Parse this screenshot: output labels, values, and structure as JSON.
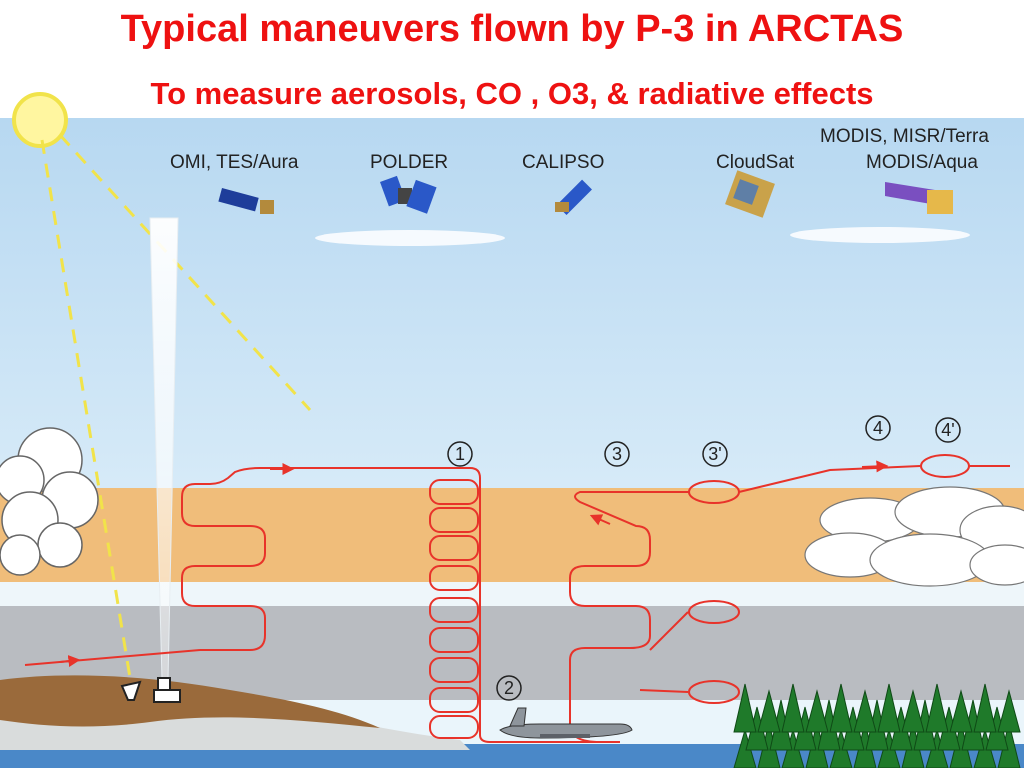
{
  "title": "Typical maneuvers flown by P-3 in ARCTAS",
  "subtitle": "To measure aerosols, CO , O3, & radiative effects",
  "satellites": [
    {
      "label": "OMI, TES/Aura",
      "icon": "aura-satellite-icon"
    },
    {
      "label": "POLDER",
      "icon": "polder-satellite-icon"
    },
    {
      "label": "CALIPSO",
      "icon": "calipso-satellite-icon"
    },
    {
      "label": "CloudSat",
      "icon": "cloudsat-satellite-icon"
    },
    {
      "label_line1": "MODIS, MISR/Terra",
      "label_line2": "MODIS/Aqua",
      "icon": "terra-aqua-satellite-icon"
    }
  ],
  "maneuver_labels": [
    "1",
    "2",
    "3",
    "3'",
    "4",
    "4'"
  ],
  "colors": {
    "title": "#ee1111",
    "flight_path": "#e8332a",
    "aerosol_layer": "#f0bd7a",
    "lower_layer": "#b9bcc1",
    "sky_top": "#bcdcf2",
    "sky_bottom": "#e9f6fd",
    "sunbeam": "#f1e34a"
  }
}
